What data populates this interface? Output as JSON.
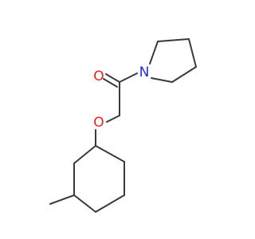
{
  "molecule": {
    "colors": {
      "bond": "#3a3a3a",
      "oxygen": "#e8221e",
      "nitrogen": "#1f2bd6",
      "background": "#ffffff"
    },
    "atoms": [
      {
        "id": "O_carbonyl",
        "label": "O",
        "element": "oxygen"
      },
      {
        "id": "N",
        "label": "N",
        "element": "nitrogen"
      },
      {
        "id": "O_ether",
        "label": "O",
        "element": "oxygen"
      }
    ]
  }
}
